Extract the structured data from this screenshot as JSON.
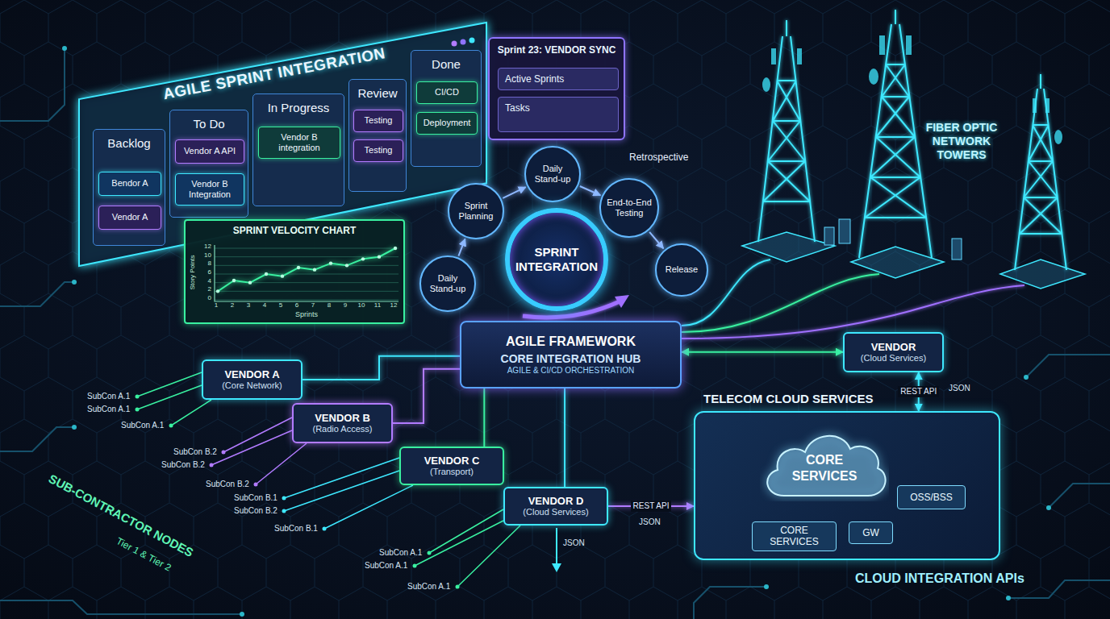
{
  "diagram": {
    "nodes": [
      {
        "text": [
          "AGILE SPRINT INTEGRATION"
        ]
      },
      {
        "text": [
          "Backlog"
        ],
        "in": 0
      },
      {
        "text": [
          "Bendor A"
        ],
        "in": 1
      },
      {
        "text": [
          "Vendor A"
        ],
        "in": 1
      },
      {
        "text": [
          "To Do"
        ],
        "in": 0
      },
      {
        "text": [
          "Vendor A API"
        ],
        "in": 4
      },
      {
        "text": [
          "Vendor B Integration"
        ],
        "in": 4
      },
      {
        "text": [
          "In Progress"
        ],
        "in": 0
      },
      {
        "text": [
          "Vendor B integration"
        ],
        "in": 7
      },
      {
        "text": [
          "Review"
        ],
        "in": 0
      },
      {
        "text": [
          "Testing"
        ],
        "in": 9
      },
      {
        "text": [
          "Testing"
        ],
        "in": 9
      },
      {
        "text": [
          "Done"
        ],
        "in": 0
      },
      {
        "text": [
          "CI/CD"
        ],
        "in": 12
      },
      {
        "text": [
          "Deployment"
        ],
        "in": 12
      },
      {
        "text": [
          "Sprint 23: VENDOR SYNC"
        ]
      },
      {
        "text": [
          "Active Sprints"
        ],
        "in": 15
      },
      {
        "text": [
          "Tasks"
        ],
        "in": 15
      },
      {
        "text": [
          "SPRINT VELOCITY CHART"
        ]
      },
      {
        "text": [
          "Sprint Planning"
        ]
      },
      {
        "text": [
          "Daily Stand-up"
        ]
      },
      {
        "text": [
          "End-to-End Testing"
        ]
      },
      {
        "text": [
          "Release"
        ]
      },
      {
        "text": [
          "Daily Stand-up"
        ]
      },
      {
        "text": [
          "SPRINT INTEGRATION"
        ]
      },
      {
        "text": [
          "AGILE FRAMEWORK",
          "CORE INTEGRATION HUB",
          "AGILE & CI/CD ORCHESTRATION"
        ]
      },
      {
        "text": [
          "VENDOR A",
          "(Core Network)"
        ]
      },
      {
        "text": [
          "VENDOR B",
          "(Radio Access)"
        ]
      },
      {
        "text": [
          "VENDOR C",
          "(Transport)"
        ]
      },
      {
        "text": [
          "VENDOR D",
          "(Cloud Services)"
        ]
      },
      {
        "text": [
          "VENDOR",
          "(Cloud Services)"
        ]
      },
      {
        "text": [
          "TELECOM CLOUD SERVICES"
        ]
      },
      {
        "text": [
          "CORE SERVICES"
        ],
        "in": 31
      },
      {
        "text": [
          "OSS/BSS"
        ],
        "in": 31
      },
      {
        "text": [
          "GW"
        ],
        "in": 31
      },
      {
        "text": [
          "CORE SERVICES"
        ],
        "in": 31
      }
    ],
    "edges": [
      {
        "from": 23,
        "to": 19,
        "arrow": "to"
      },
      {
        "from": 19,
        "to": 20,
        "arrow": "to"
      },
      {
        "from": 20,
        "to": 21,
        "arrow": "to"
      },
      {
        "from": 21,
        "to": 22,
        "arrow": "to"
      },
      {
        "from": 26,
        "to": 25,
        "arrow": "none"
      },
      {
        "from": 27,
        "to": 25,
        "arrow": "none"
      },
      {
        "from": 28,
        "to": 25,
        "arrow": "none"
      },
      {
        "from": 29,
        "to": 25,
        "arrow": "none"
      },
      {
        "from": 25,
        "to": 30,
        "arrow": "both"
      },
      {
        "from": 29,
        "to": 31,
        "arrow": "to",
        "label": "REST API"
      },
      {
        "from": 30,
        "to": 31,
        "arrow": "both",
        "label": "REST API"
      }
    ],
    "labels": [
      "Retrospective",
      "12",
      "10",
      "8",
      "6",
      "4",
      "2",
      "0",
      "Story Points",
      "1",
      "2",
      "3",
      "4",
      "5",
      "6",
      "7",
      "8",
      "9",
      "10",
      "11",
      "12",
      "Sprints",
      "FIBER OPTIC NETWORK TOWERS",
      "SubCon A.1",
      "SubCon A.1",
      "SubCon A.1",
      "SubCon B.2",
      "SubCon B.2",
      "SubCon B.2",
      "SubCon B.1",
      "SubCon B.2",
      "SubCon B.1",
      "SubCon A.1",
      "SubCon A.1",
      "SubCon A.1",
      "SUB-CONTRACTOR NODES",
      "Tier 1 & Tier 2",
      "JSON",
      "JSON",
      "JSON",
      "CLOUD INTEGRATION APIs"
    ]
  }
}
